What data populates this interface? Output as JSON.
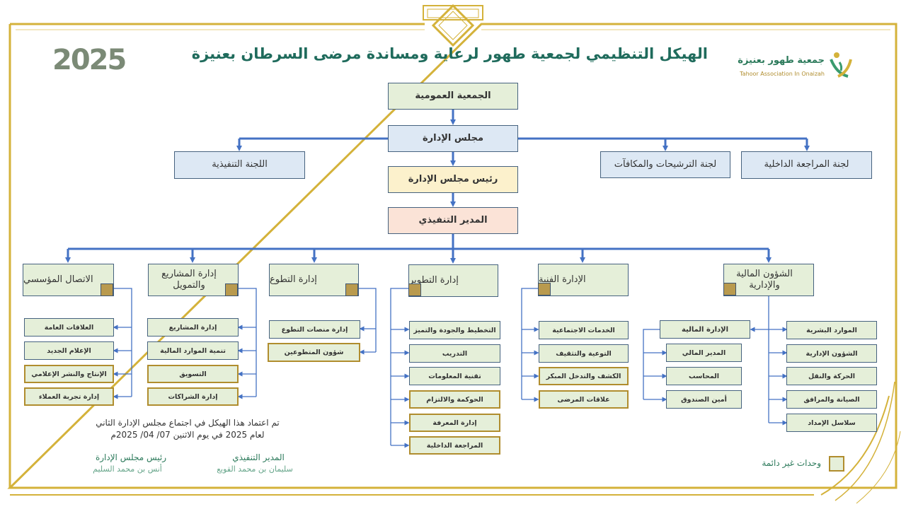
{
  "header": {
    "title": "الهيكل التنظيمي لجمعية طهور لرعاية ومساندة مرضى السرطان بعنيزة",
    "year": "2025",
    "logo_arabic": "جمعية طهور بعنيزة",
    "logo_english": "Tahoor Association In Onaizah"
  },
  "top": {
    "general_assembly": "الجمعية العمومية",
    "board": "مجلس الإدارة",
    "executive_committee": "اللجنة التنفيذية",
    "nominations_committee": "لجنة الترشيحات والمكافآت",
    "audit_committee": "لجنة المراجعة الداخلية",
    "board_chair": "رئيس مجلس الإدارة",
    "executive_director": "المدير التنفيذي"
  },
  "departments": {
    "communication": {
      "label": "الاتصال المؤسسي",
      "units": [
        "العلاقات العامة",
        "الإعلام الجديد",
        "الإنتاج والنشر الإعلامي",
        "إدارة تجربة العملاء"
      ]
    },
    "projects": {
      "label": "إدارة المشاريع والتمويل",
      "units": [
        "إدارة المشاريع",
        "تنمية الموارد المالية",
        "التسويق",
        "إدارة الشراكات"
      ]
    },
    "volunteering": {
      "label": "إدارة التطوع",
      "units": [
        "إدارة منصات التطوع",
        "شؤون المتطوعين"
      ]
    },
    "development": {
      "label": "إدارة التطوير",
      "units": [
        "التخطيط والجودة والتميز",
        "التدريب",
        "تقنية المعلومات",
        "الحوكمة والالتزام",
        "إدارة المعرفة",
        "المراجعة الداخلية"
      ]
    },
    "technical": {
      "label": "الإدارة الفنية",
      "units": [
        "الخدمات الاجتماعية",
        "التوعية والتثقيف",
        "الكشف والتدخل المبكر",
        "علاقات المرضى"
      ]
    },
    "finance_admin": {
      "label": "الشؤون المالية والإدارية",
      "units": [
        "الموارد البشرية",
        "الشؤون الإدارية",
        "الحركة والنقل",
        "الصيانة والمرافق",
        "سلاسل الإمداد"
      ],
      "finance": {
        "label": "الإدارة المالية",
        "units": [
          "المدير المالي",
          "المحاسب",
          "أمين الصندوق"
        ]
      }
    }
  },
  "footer": {
    "approval_line1": "تم اعتماد هذا الهيكل في اجتماع مجلس الإدارة الثاني",
    "approval_line2": "لعام 2025 في يوم الاثنين 07/ 04/ 2025م",
    "chair_title": "رئيس مجلس الإدارة",
    "chair_name": "أنس بن محمد السليم",
    "director_title": "المدير التنفيذي",
    "director_name": "سليمان بن محمد القويع",
    "legend_label": "وحدات غير دائمة"
  },
  "colors": {
    "gold": "#d4b23a",
    "line_blue": "#4472c4",
    "green_fill": "#e5efd9",
    "blue_fill": "#dde8f4",
    "yellow_fill": "#fcf1cc",
    "peach_fill": "#fbe3d7",
    "title_green": "#1f6b5c"
  }
}
